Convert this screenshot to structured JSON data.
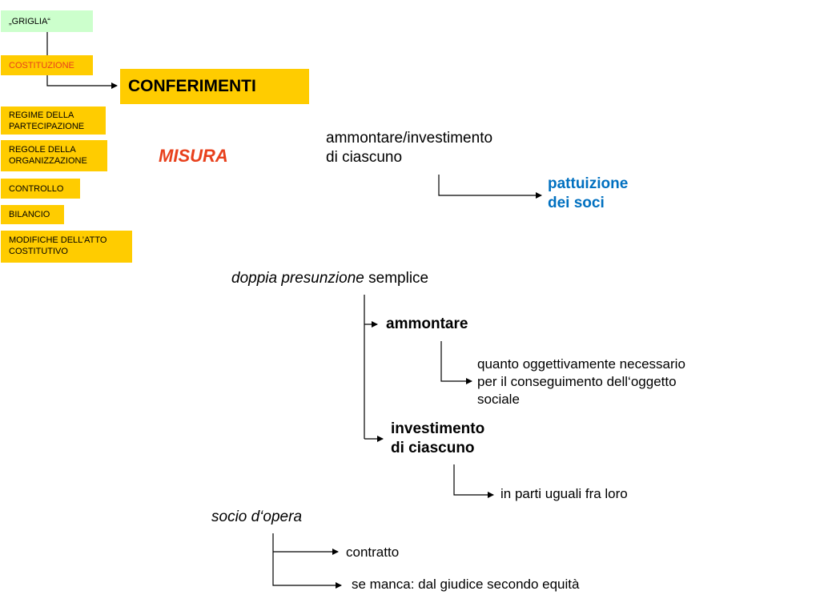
{
  "sidebar": {
    "griglia": "„GRIGLIA“",
    "costituzione": "COSTITUZIONE",
    "regime": [
      "REGIME DELLA",
      "PARTECIPAZIONE"
    ],
    "regole": [
      "REGOLE DELLA",
      "ORGANIZZAZIONE"
    ],
    "controllo": "CONTROLLO",
    "bilancio": "BILANCIO",
    "modifiche": [
      "MODIFICHE DELL’ATTO",
      "COSTITUTIVO"
    ]
  },
  "title": "CONFERIMENTI",
  "misura": "MISURA",
  "ammontare_investimento": [
    "ammontare/investimento",
    "di ciascuno"
  ],
  "pattuizione": [
    "pattuizione",
    "dei soci"
  ],
  "doppia": {
    "italic": "doppia presunzione",
    "normal": " semplice"
  },
  "ammontare": "ammontare",
  "quanto": [
    "quanto oggettivamente necessario",
    "per il conseguimento dell‘oggetto",
    "sociale"
  ],
  "investimento": [
    "investimento",
    "di ciascuno"
  ],
  "parti": "in parti uguali fra loro",
  "socio": "socio d‘opera",
  "contratto": "contratto",
  "se_manca": "se manca: dal giudice secondo equità",
  "colors": {
    "accent_yellow": "#ffcc00",
    "green": "#ccffcc",
    "red": "#e8401c",
    "blue": "#0070c0"
  }
}
